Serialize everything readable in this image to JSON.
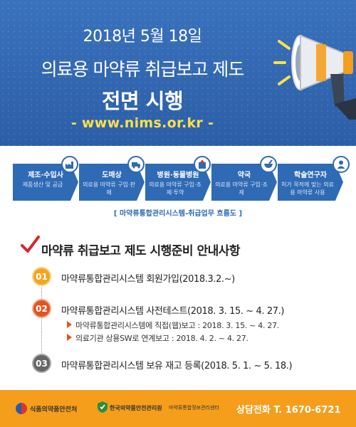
{
  "hero": {
    "date_line": "2018년 5월 18일",
    "subtitle": "의료용 마약류 취급보고 제도",
    "main_title": "전면 시행",
    "url": "- www.nims.or.kr -"
  },
  "flow": {
    "steps": [
      {
        "title": "제조·수입사",
        "desc": "제품생산 및 공급",
        "icon": "factory-icon"
      },
      {
        "title": "도매상",
        "desc": "의료용 마약류 구입·판매",
        "icon": "truck-icon"
      },
      {
        "title": "병원·동물병원",
        "desc": "의료용 마약류 구입·조제·투약",
        "icon": "hospital-icon"
      },
      {
        "title": "약국",
        "desc": "의료용 마약류 구입·조제",
        "icon": "mortar-icon"
      },
      {
        "title": "학술연구자",
        "desc": "허가 목적에 맞는 의료용 마약류 사용",
        "icon": "researcher-icon"
      }
    ],
    "caption": "[ 마약류통합관리시스템-취급업무 흐름도 ]"
  },
  "notice": {
    "title": "마약류 취급보고 제도 시행준비 안내사항",
    "items": [
      {
        "num": "01",
        "text": "마약류통합관리시스템 회원가입(2018.3.2.~)"
      },
      {
        "num": "02",
        "text": "마약류통합관리시스템 사전테스트(2018. 3. 15. ~ 4. 27.)",
        "subs": [
          "마약류통합관리시스템에 직접(웹)보고 : 2018. 3. 15. ~ 4. 27.",
          "의료기관 상용SW로 연계보고 : 2018. 4. 2. ~ 4. 27."
        ]
      },
      {
        "num": "03",
        "text": "마약류통합관리시스템 보유 재고 등록(2018. 5. 1. ~ 5. 18.)"
      }
    ]
  },
  "footer": {
    "org1": "식품의약품안전처",
    "org2": "한국의약품안전관리원",
    "org3": "마약류통합정보관리센터",
    "phone": "상담전화 T. 1670-6721"
  },
  "colors": {
    "hero_blue": "#2f67b1",
    "url_yellow": "#ffe04a",
    "flow_blue": "#2f6ab5",
    "accent_orange": "#f59e1c",
    "num1": "#f3a51c",
    "num2": "#e2541f",
    "num3": "#666666"
  }
}
